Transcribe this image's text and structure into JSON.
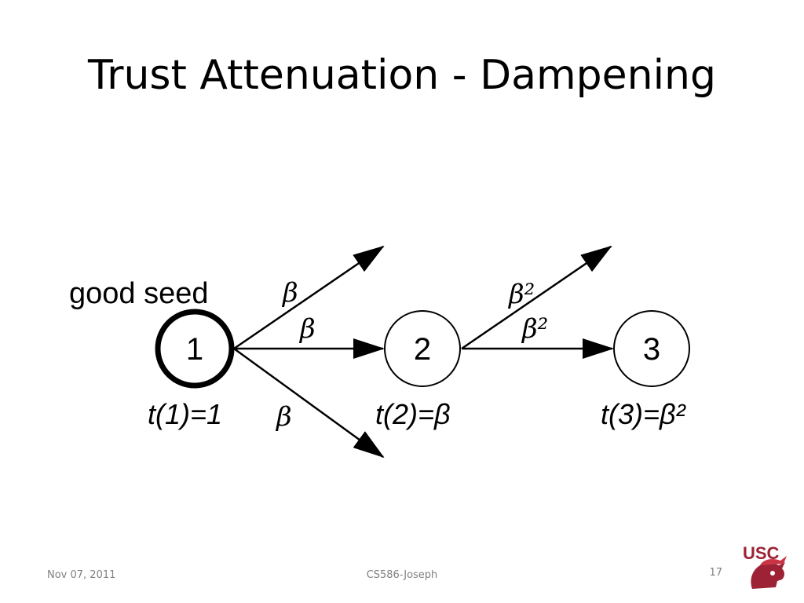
{
  "slide": {
    "title": "Trust Attenuation - Dampening"
  },
  "diagram": {
    "seed_label": "good seed",
    "nodes": [
      {
        "id": "1",
        "label": "1",
        "trust_label": "t(1)=1",
        "bold": true
      },
      {
        "id": "2",
        "label": "2",
        "trust_label": "t(2)=β"
      },
      {
        "id": "3",
        "label": "3",
        "trust_label": "t(3)=β²"
      }
    ],
    "edges": [
      {
        "from": "1",
        "to": "out-up",
        "label": "β"
      },
      {
        "from": "1",
        "to": "2",
        "label": "β"
      },
      {
        "from": "1",
        "to": "out-down",
        "label": "β"
      },
      {
        "from": "2",
        "to": "out-up",
        "label": "β²"
      },
      {
        "from": "2",
        "to": "3",
        "label": "β²"
      }
    ]
  },
  "footer": {
    "date": "Nov 07, 2011",
    "author": "CS586-Joseph",
    "page": "17"
  },
  "logo": {
    "text": "USC",
    "color": "#9d2235"
  }
}
